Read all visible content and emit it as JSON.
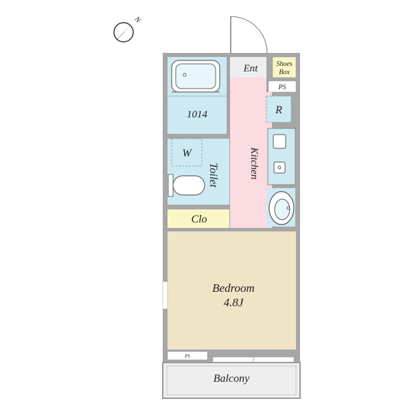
{
  "compass": {
    "label": "N"
  },
  "rooms": {
    "entrance": "Ent",
    "shoes_box_line1": "Shoes",
    "shoes_box_line2": "Box",
    "ps_top": "PS",
    "bath": "1014",
    "refrigerator": "R",
    "washer": "W",
    "toilet": "Toilet",
    "kitchen": "Kitchen",
    "closet": "Clo",
    "bedroom": "Bedroom",
    "bedroom_size": "4.8J",
    "ps_bottom": "PS",
    "balcony": "Balcony"
  },
  "colors": {
    "wall": "#a6a6a6",
    "wet_area": "#cdeaf3",
    "kitchen_floor": "#f9dbe0",
    "bedroom_floor": "#f0e4c6",
    "closet_floor": "#fbf6c6",
    "balcony_floor": "#eeeeee"
  }
}
